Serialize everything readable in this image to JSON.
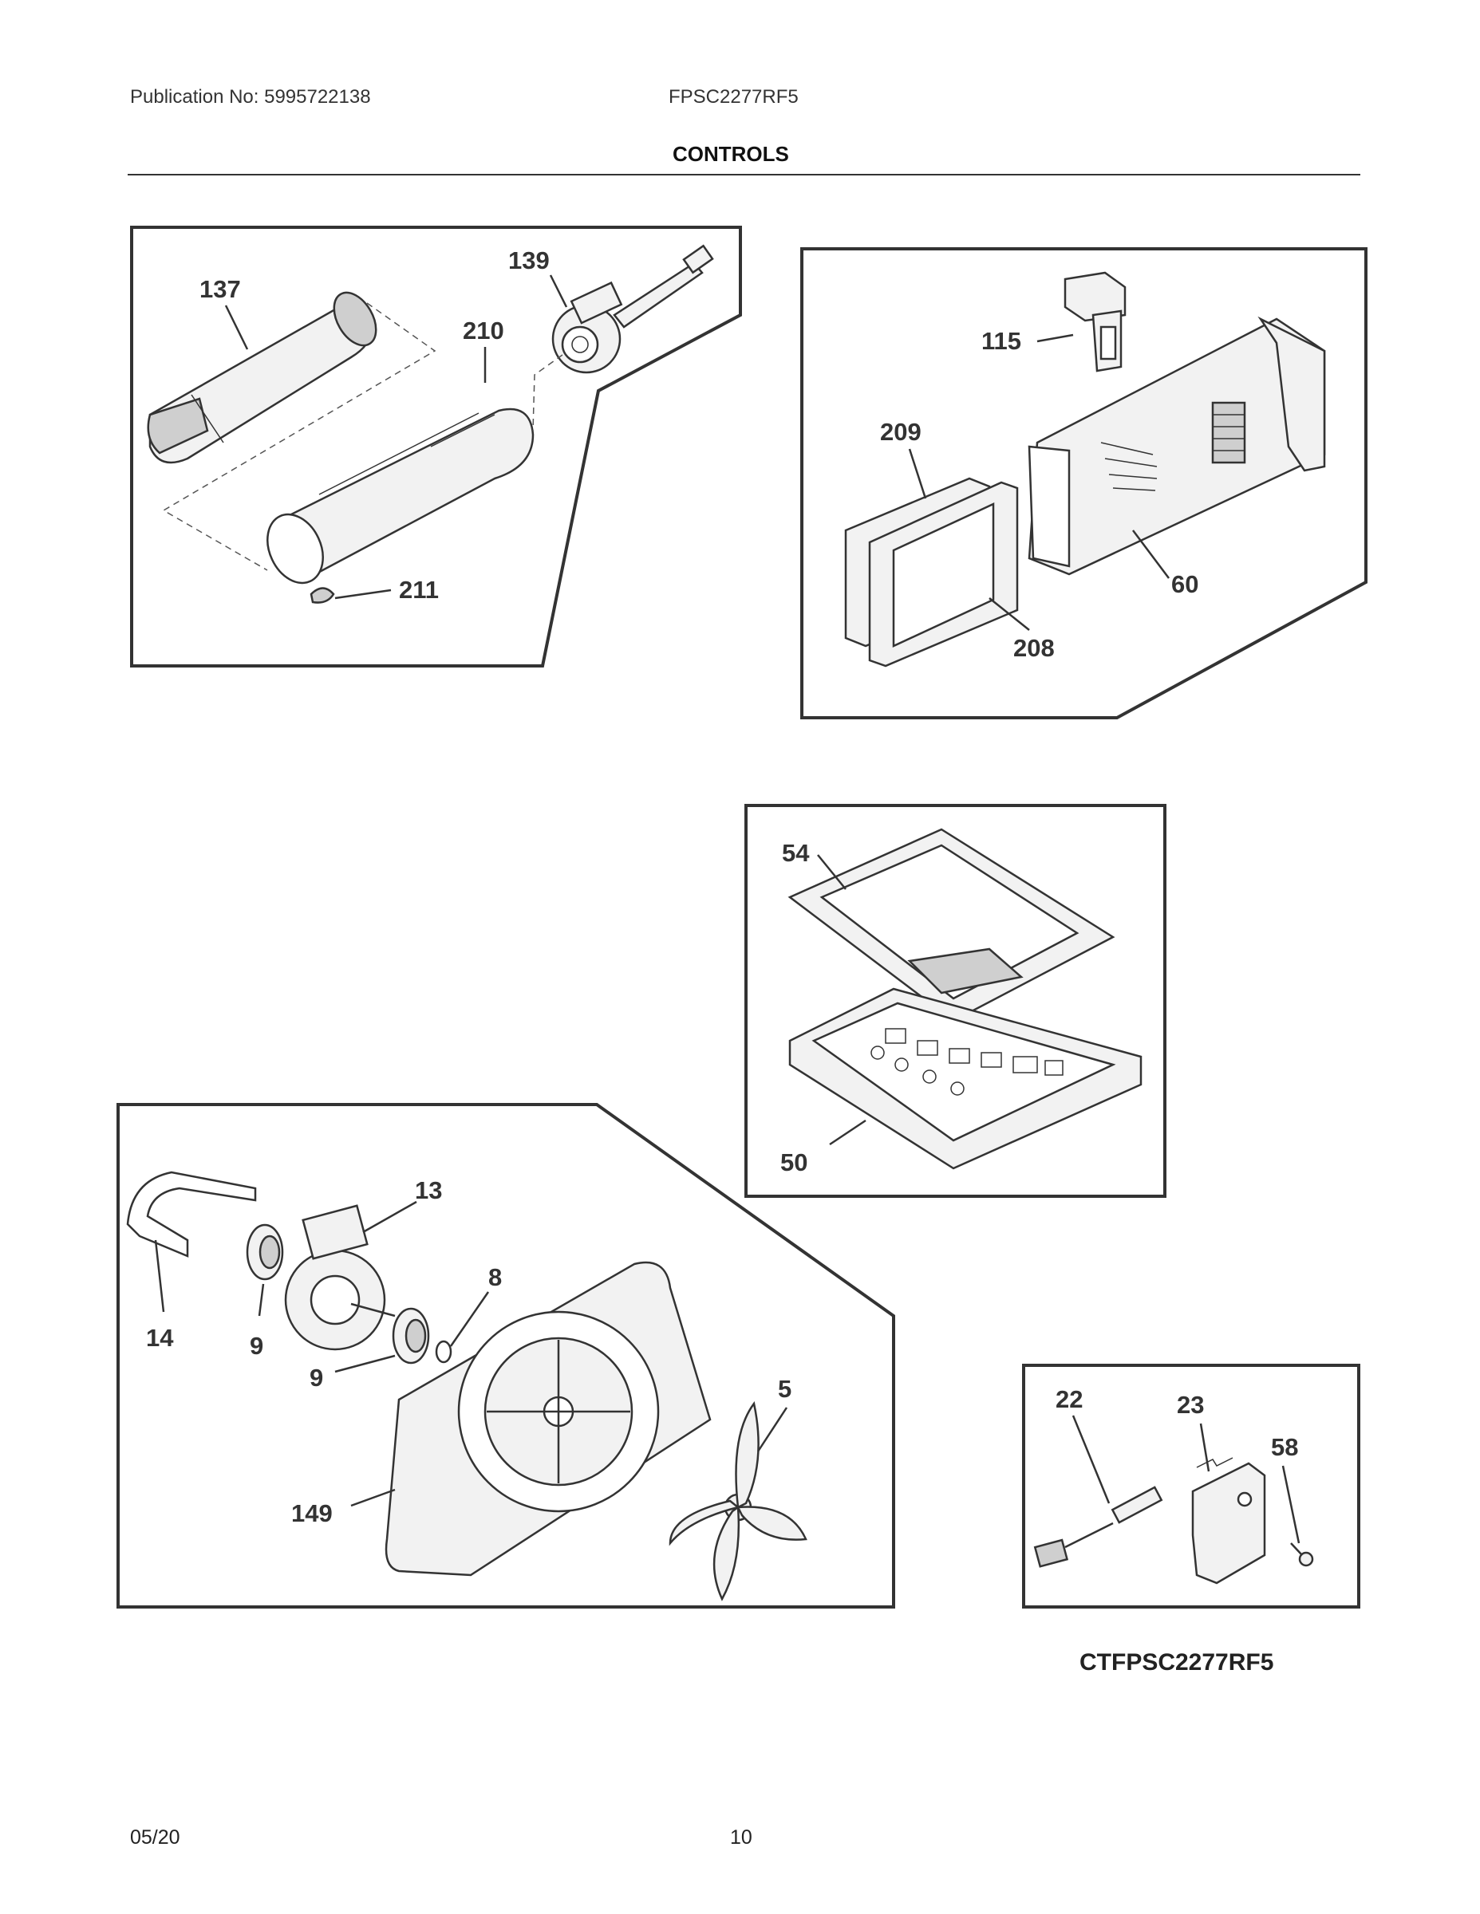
{
  "header": {
    "publication": "Publication No: 5995722138",
    "model": "FPSC2277RF5",
    "section": "CONTROLS"
  },
  "callouts": {
    "c137": "137",
    "c139": "139",
    "c210": "210",
    "c211": "211",
    "c115": "115",
    "c209": "209",
    "c208": "208",
    "c60": "60",
    "c54": "54",
    "c50": "50",
    "c13": "13",
    "c14": "14",
    "c9a": "9",
    "c9b": "9",
    "c8": "8",
    "c5": "5",
    "c149": "149",
    "c22": "22",
    "c23": "23",
    "c58": "58"
  },
  "diagram_code": "CTFPSC2277RF5",
  "footer": {
    "date": "05/20",
    "page": "10"
  }
}
